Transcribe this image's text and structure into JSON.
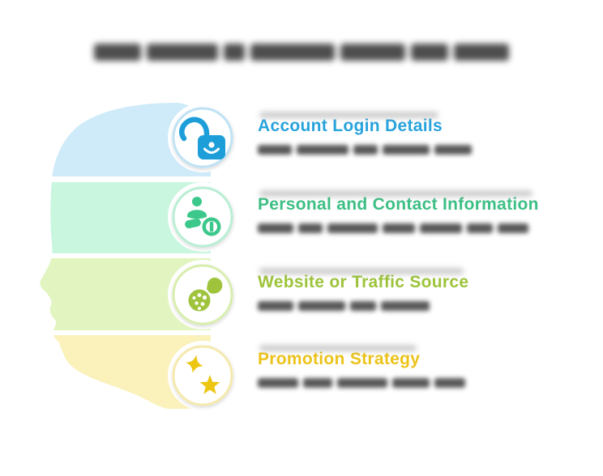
{
  "page": {
    "background": "#ffffff"
  },
  "title": {
    "redacted": true,
    "text": "",
    "blur_color": "#4d4d4d",
    "segments": [
      58,
      88,
      26,
      104,
      80,
      46,
      68
    ]
  },
  "sections": [
    {
      "heading": "Account Login Details",
      "heading_color": "#28a3dc",
      "icon": "unlocked-padlock-icon",
      "icon_color": "#1d9ed9",
      "band_color": "#cfeaf8",
      "ring_color": "#bfe2f4",
      "description": {
        "redacted": true,
        "blur_color": "#585858",
        "segments": [
          42,
          64,
          30,
          58,
          46
        ]
      }
    },
    {
      "heading": "Personal and Contact Information",
      "heading_color": "#3cbf84",
      "icon": "person-info-icon",
      "icon_color": "#3cc88b",
      "band_color": "#c9f6df",
      "ring_color": "#b9eed4",
      "description": {
        "redacted": true,
        "blur_color": "#585858",
        "segments": [
          44,
          30,
          62,
          40,
          52,
          32,
          38
        ]
      }
    },
    {
      "heading": "Website or Traffic Source",
      "heading_color": "#9dc43a",
      "icon": "globe-pointer-icon",
      "icon_color": "#9fc43c",
      "band_color": "#e2f5c1",
      "ring_color": "#d8eeae",
      "description": {
        "redacted": true,
        "blur_color": "#585858",
        "segments": [
          44,
          58,
          32,
          60
        ]
      }
    },
    {
      "heading": "Promotion Strategy",
      "heading_color": "#ecc31a",
      "icon": "stars-icon",
      "icon_color": "#ecc613",
      "band_color": "#faf1bb",
      "ring_color": "#f5e9ae",
      "description": {
        "redacted": true,
        "blur_color": "#585858",
        "segments": [
          50,
          36,
          62,
          46,
          38
        ]
      }
    }
  ]
}
